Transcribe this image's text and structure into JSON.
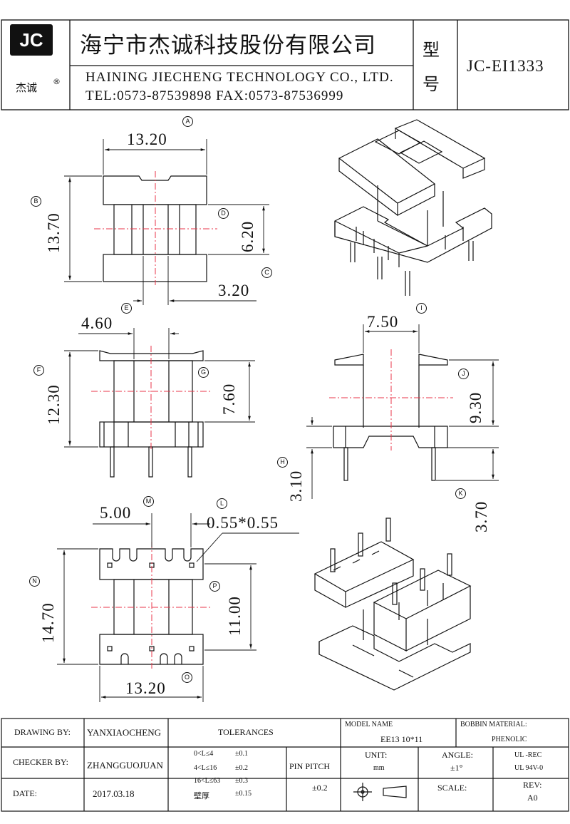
{
  "header": {
    "logo_mark": "JC",
    "logo_name": "杰诚",
    "logo_reg": "®",
    "company_cn": "海宁市杰诚科技股份有限公司",
    "company_en": "HAINING JIECHENG TECHNOLOGY CO., LTD.",
    "contact": "TEL:0573-87539898  FAX:0573-87536999",
    "model_label_1": "型",
    "model_label_2": "号",
    "model_number": "JC-EI1333"
  },
  "dimensions": {
    "A": "13.20",
    "B": "13.70",
    "C": "3.20",
    "D": "6.20",
    "E": "4.60",
    "F": "12.30",
    "G": "7.60",
    "H": "3.10",
    "I": "7.50",
    "J": "9.30",
    "K": "3.70",
    "L": "0.55*0.55",
    "M": "5.00",
    "N": "14.70",
    "O": "13.20",
    "P": "11.00"
  },
  "markers": {
    "A": "A",
    "B": "B",
    "C": "C",
    "D": "D",
    "E": "E",
    "F": "F",
    "G": "G",
    "H": "H",
    "I": "I",
    "J": "J",
    "K": "K",
    "L": "L",
    "M": "M",
    "N": "N",
    "O": "O",
    "P": "P"
  },
  "title_block": {
    "drawing_by_label": "DRAWING  BY:",
    "drawing_by": "YANXIAOCHENG",
    "checker_by_label": "CHECKER  BY:",
    "checker_by": "ZHANGGUOJUAN",
    "date_label": "DATE:",
    "date": "2017.03.18",
    "tolerances_label": "TOLERANCES",
    "tol_rows": [
      {
        "range": "0<L≤4",
        "tol": "±0.1"
      },
      {
        "range": "4<L≤16",
        "tol": "±0.2"
      },
      {
        "range": "16<L≤63",
        "tol": "±0.3"
      },
      {
        "range": "壁厚",
        "tol": "±0.15"
      }
    ],
    "pin_pitch_label": "PIN PITCH",
    "pin_pitch_tol": "±0.2",
    "model_name_label": "MODEL NAME",
    "model_name": "EE13 10*11",
    "bobbin_material_label": "BOBBIN MATERIAL:",
    "bobbin_material": "PHENOLIC",
    "unit_label": "UNIT:",
    "unit": "mm",
    "angle_label": "ANGLE:",
    "angle": "±1°",
    "ul_rec": "UL -REC",
    "ul_rating": "UL  94V-0",
    "scale_label": "SCALE:",
    "rev_label": "REV:",
    "rev": "A0"
  }
}
